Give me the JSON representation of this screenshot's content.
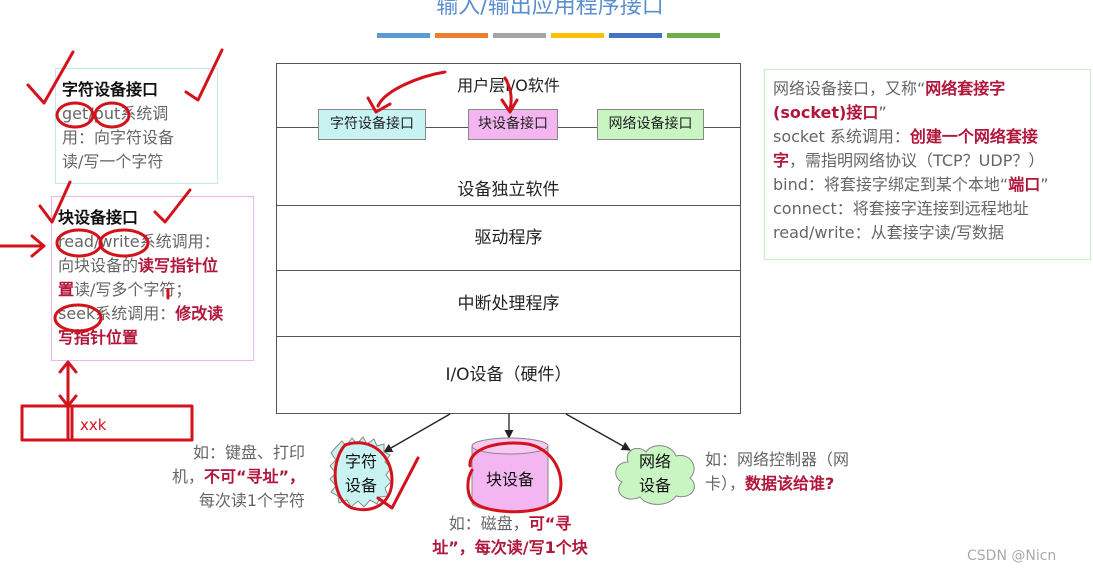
{
  "header": {
    "title": "输入/输出应用程序接口"
  },
  "stack": {
    "user_layer": "用户层I/O软件",
    "interfaces": [
      "字符设备接口",
      "块设备接口",
      "网络设备接口"
    ],
    "independent": "设备独立软件",
    "driver": "驱动程序",
    "interrupt": "中断处理程序",
    "hardware": "I/O设备（硬件）"
  },
  "char_note": {
    "title": "字符设备接口",
    "l1a": "get/put",
    "l1b": "系统调",
    "l2": "用：向字符设备",
    "l3": "读/写一个字符"
  },
  "block_note": {
    "title": "块设备接口",
    "l1": "read/write系统调用：",
    "l2a": "向块设备的",
    "l2b": "读写指针位",
    "l3a": "置",
    "l3b": "读/写多个字符；",
    "l4a": "seek系统调用：",
    "l4b": "修改读",
    "l5": "写指针位置"
  },
  "net_note": {
    "l1a": "网络设备接口，又称“",
    "l1b": "网络套接字",
    "l2a": "(socket)接口",
    "l2b": "”",
    "l3a": "socket 系统调用：",
    "l3b": "创建一个网络套接",
    "l4a": "字",
    "l4b": "，需指明网络协议（TCP？UDP？）",
    "l5a": "bind：将套接字绑定到某个本地“",
    "l5b": "端口",
    "l5c": "”",
    "l6": "connect：将套接字连接到远程地址",
    "l7": "read/write：从套接字读/写数据"
  },
  "devices": {
    "char_line1": "字符",
    "char_line2": "设备",
    "block": "块设备",
    "net_line1": "网络",
    "net_line2": "设备"
  },
  "captions": {
    "char_l1": "如：键盘、打印",
    "char_l2a": "机，",
    "char_l2b": "不可“寻址”，",
    "char_l3": "每次读1个字符",
    "block_l1a": "如：磁盘，",
    "block_l1b": "可“寻",
    "block_l2": "址”，每次读/写1个块",
    "net_l1": "如：网络控制器（网",
    "net_l2a": "卡），",
    "net_l2b": "数据该给谁?"
  },
  "handwriting": {
    "xxk": "xxk"
  },
  "watermark": "CSDN @Nicn",
  "colors": {
    "char_iface": "#c9f3f3",
    "block_iface": "#f4b6f1",
    "net_iface": "#c8f5c2",
    "accent_red": "#b0173b",
    "ink": "#d3121c",
    "title_bar": [
      "#5b9bd5",
      "#ed7d31",
      "#a5a5a5",
      "#ffc000",
      "#4472c4",
      "#70ad47"
    ]
  }
}
